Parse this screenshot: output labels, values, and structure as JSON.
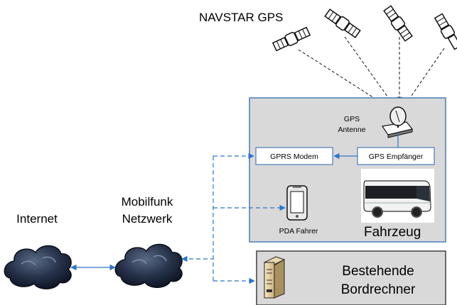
{
  "satellites": {
    "label": "NAVSTAR GPS",
    "count": 4
  },
  "vehicle": {
    "label": "Fahrzeug",
    "gps_antenna_label_line1": "GPS",
    "gps_antenna_label_line2": "Antenne",
    "gprs_modem_label": "GPRS Modem",
    "gps_receiver_label": "GPS Empfänger",
    "pda_label": "PDA Fahrer"
  },
  "onboard_computer": {
    "label_line1": "Bestehende",
    "label_line2": "Bordrechner"
  },
  "network": {
    "internet_label": "Internet",
    "mobile_label_line1": "Mobilfunk",
    "mobile_label_line2": "Netzwerk"
  },
  "colors": {
    "link_blue": "#2e75c6",
    "box_fill": "#d9d9d9",
    "box_border_blue": "#4a7db8",
    "box_border_dark": "#404040",
    "cloud_dark": "#1f2a3d"
  }
}
